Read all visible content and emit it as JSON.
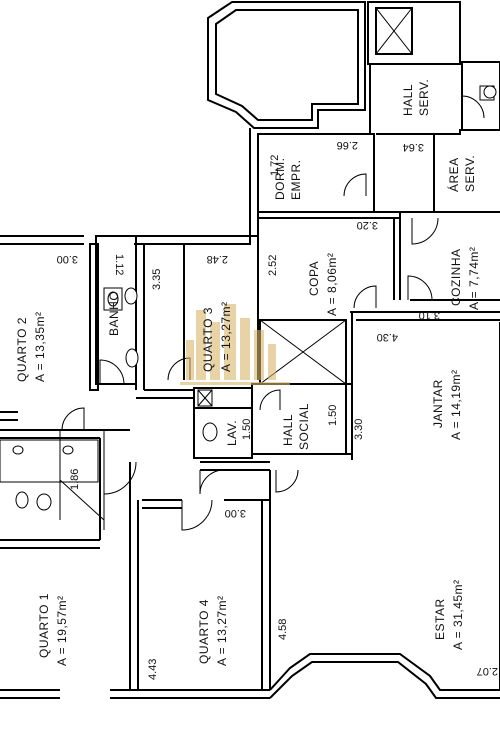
{
  "rooms": {
    "quarto2_name": "QUARTO 2",
    "quarto2_area": "A = 13,35m²",
    "banho": "BANHO",
    "quarto3_name": "QUARTO 3",
    "quarto3_area": "A = 13,27m²",
    "copa_name": "COPA",
    "copa_area": "A = 8,06m²",
    "cozinha_name": "COZINHA",
    "cozinha_area": "A = 7,74m²",
    "dorm_empr_1": "DORM.",
    "dorm_empr_2": "EMPR.",
    "hall_serv_1": "HALL",
    "hall_serv_2": "SERV.",
    "area_serv_1": "ÁREA",
    "area_serv_2": "SERV.",
    "jantar_name": "JANTAR",
    "jantar_area": "A = 14,19m²",
    "hall_social_1": "HALL",
    "hall_social_2": "SOCIAL",
    "lav": "LAV.",
    "quarto1_name": "QUARTO 1",
    "quarto1_area": "A = 19,57m²",
    "quarto4_name": "QUARTO 4",
    "quarto4_area": "A = 13,27m²",
    "estar_name": "ESTAR",
    "estar_area": "A = 31,45m²"
  },
  "dimensions": {
    "d_300_q2": "3.00",
    "d_112": "1.12",
    "d_335": "3.35",
    "d_248": "2.48",
    "d_252": "2.52",
    "d_320": "3.20",
    "d_310": "3.10",
    "d_430": "4.30",
    "d_172": "1.72",
    "d_266": "2.66",
    "d_364": "3.64",
    "d_150_lav": "1.50",
    "d_150_hall": "1.50",
    "d_330": "3.30",
    "d_186": "1.86",
    "d_300_q4": "3.00",
    "d_443": "4.43",
    "d_458": "4.58",
    "d_207": "2.07"
  }
}
